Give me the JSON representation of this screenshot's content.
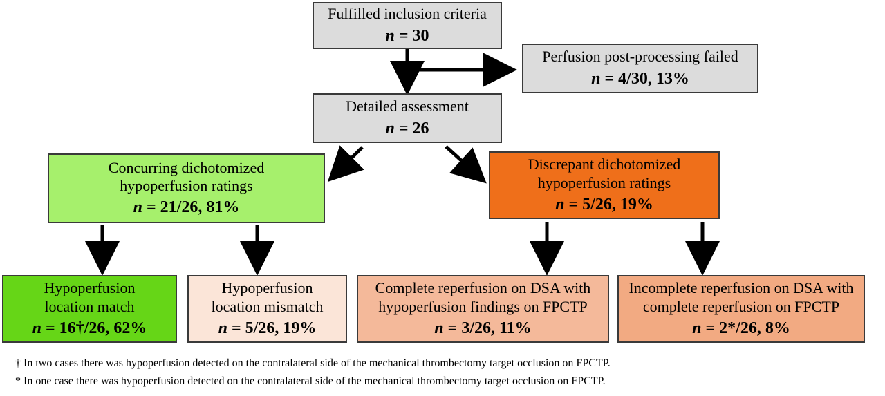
{
  "boxes": {
    "inclusion": {
      "title": "Fulfilled inclusion criteria",
      "n_var": "n",
      "n_value": " = 30"
    },
    "failed": {
      "title": "Perfusion post-processing failed",
      "n_var": "n",
      "n_value": " = 4/30, 13%"
    },
    "detailed": {
      "title": "Detailed assessment",
      "n_var": "n",
      "n_value": " = 26"
    },
    "concurring": {
      "title_line1": "Concurring dichotomized",
      "title_line2": "hypoperfusion ratings",
      "n_var": "n",
      "n_value": " = 21/26, 81%"
    },
    "discrepant": {
      "title_line1": "Discrepant dichotomized",
      "title_line2": "hypoperfusion ratings",
      "n_var": "n",
      "n_value": " = 5/26, 19%"
    },
    "match": {
      "title_line1": "Hypoperfusion",
      "title_line2": "location match",
      "n_var": "n",
      "n_value": " = 16†/26, 62%"
    },
    "mismatch": {
      "title_line1": "Hypoperfusion",
      "title_line2": "location mismatch",
      "n_var": "n",
      "n_value": " = 5/26, 19%"
    },
    "complete": {
      "title_line1": "Complete reperfusion on DSA with",
      "title_line2": "hypoperfusion findings on FPCTP",
      "n_var": "n",
      "n_value": " = 3/26, 11%"
    },
    "incomplete": {
      "title_line1": "Incomplete reperfusion on DSA with",
      "title_line2": "complete reperfusion on FPCTP",
      "n_var": "n",
      "n_value": " = 2*/26, 8%"
    }
  },
  "footnotes": {
    "dagger": "† In two cases there was hypoperfusion detected on the contralateral side of the mechanical thrombectomy target occlusion on FPCTP.",
    "asterisk": "* In one case there was hypoperfusion detected on the contralateral side of the mechanical thrombectomy target occlusion on FPCTP."
  },
  "colors": {
    "grey": "#dcdcdc",
    "light_green": "#a6f06c",
    "green": "#66d617",
    "orange": "#ef6f1a",
    "light_pink": "#fbe5d8",
    "salmon": "#f4b99a"
  }
}
